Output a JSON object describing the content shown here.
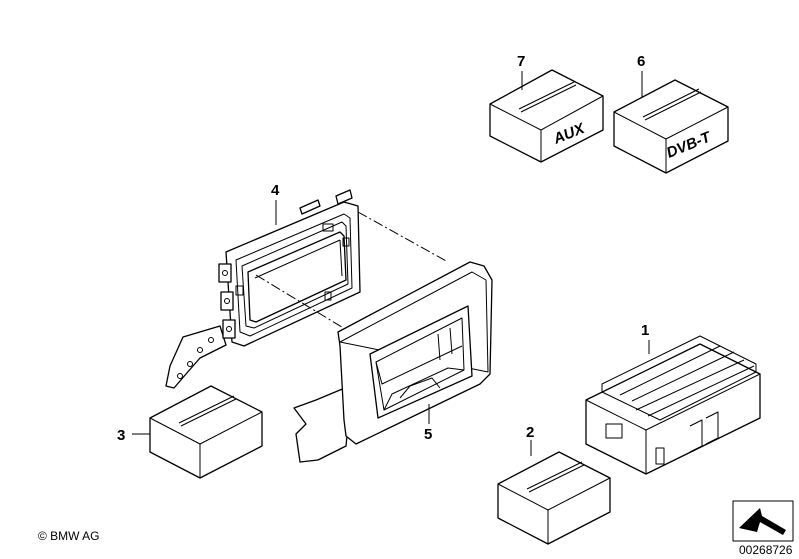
{
  "callouts": {
    "c1": "1",
    "c2": "2",
    "c3": "3",
    "c4": "4",
    "c5": "5",
    "c6": "6",
    "c7": "7"
  },
  "box_labels": {
    "aux": "AUX",
    "dvbt": "DVB-T"
  },
  "copyright": "© BMW AG",
  "diagram_number": "00268726",
  "icons": {
    "orientation": "orientation-arrow-icon"
  }
}
